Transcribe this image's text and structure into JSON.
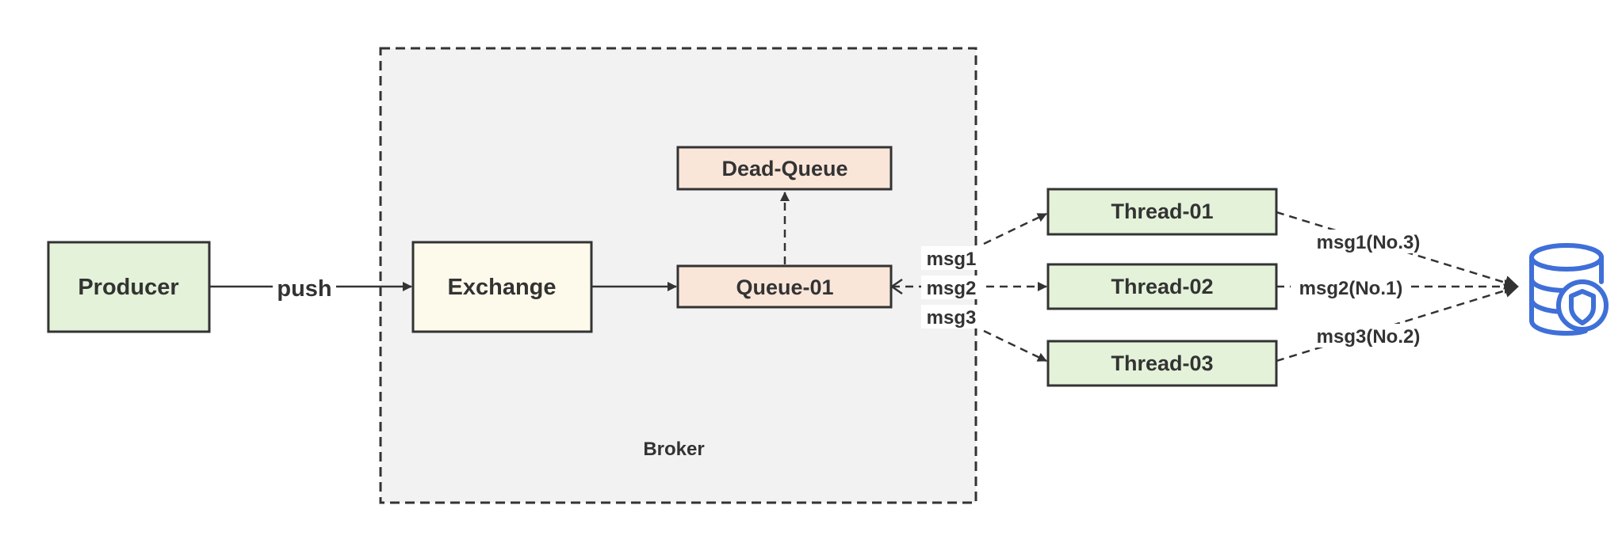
{
  "nodes": {
    "producer": "Producer",
    "exchange": "Exchange",
    "queue": "Queue-01",
    "dead_queue": "Dead-Queue",
    "thread_1": "Thread-01",
    "thread_2": "Thread-02",
    "thread_3": "Thread-03"
  },
  "broker_label": "Broker",
  "edges": {
    "push": "push",
    "msg1": "msg1",
    "msg2": "msg2",
    "msg3": "msg3",
    "msg1_result": "msg1(No.3)",
    "msg2_result": "msg2(No.1)",
    "msg3_result": "msg3(No.2)"
  },
  "icons": {
    "database": "database-shield-icon"
  },
  "colors": {
    "green_fill": "#e3f2d9",
    "yellow_fill": "#fdfaeb",
    "orange_fill": "#fae6d9",
    "broker_fill": "#f2f2f2",
    "stroke": "#333333",
    "icon_blue": "#3f6fd8"
  }
}
